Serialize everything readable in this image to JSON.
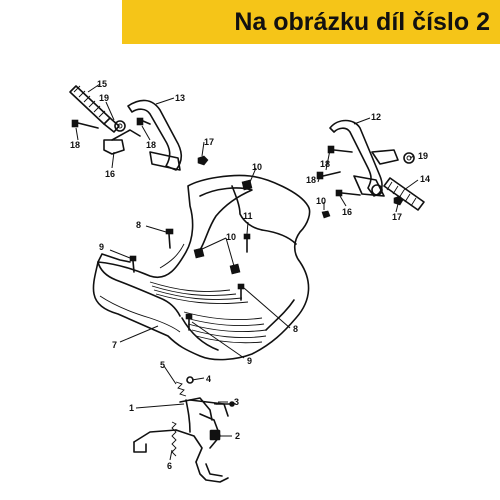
{
  "banner": {
    "text": "Na obrázku díl číslo 2",
    "color": "#f5c518"
  },
  "callouts": [
    {
      "id": "c15",
      "label": "15"
    },
    {
      "id": "c19a",
      "label": "19"
    },
    {
      "id": "c13",
      "label": "13"
    },
    {
      "id": "c18a",
      "label": "18"
    },
    {
      "id": "c18b",
      "label": "18"
    },
    {
      "id": "c17a",
      "label": "17"
    },
    {
      "id": "c16a",
      "label": "16"
    },
    {
      "id": "c12",
      "label": "12"
    },
    {
      "id": "c10a",
      "label": "10"
    },
    {
      "id": "c18c",
      "label": "18"
    },
    {
      "id": "c19b",
      "label": "19"
    },
    {
      "id": "c18d",
      "label": "18"
    },
    {
      "id": "c14",
      "label": "14"
    },
    {
      "id": "c10b",
      "label": "10"
    },
    {
      "id": "c16b",
      "label": "16"
    },
    {
      "id": "c17b",
      "label": "17"
    },
    {
      "id": "c8a",
      "label": "8"
    },
    {
      "id": "c11",
      "label": "11"
    },
    {
      "id": "c10c",
      "label": "10"
    },
    {
      "id": "c9a",
      "label": "9"
    },
    {
      "id": "c8b",
      "label": "8"
    },
    {
      "id": "c7",
      "label": "7"
    },
    {
      "id": "c9b",
      "label": "9"
    },
    {
      "id": "c5",
      "label": "5"
    },
    {
      "id": "c4",
      "label": "4"
    },
    {
      "id": "c3",
      "label": "3"
    },
    {
      "id": "c1",
      "label": "1"
    },
    {
      "id": "c2",
      "label": "2"
    },
    {
      "id": "c6",
      "label": "6"
    }
  ]
}
